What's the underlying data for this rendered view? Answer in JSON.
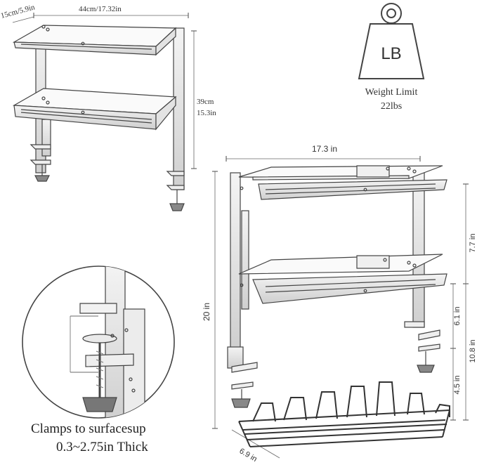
{
  "diagram_top_left": {
    "depth_label": "15cm/5.9in",
    "width_label": "44cm/17.32in",
    "height_label_cm": "39cm",
    "height_label_in": "15.3in"
  },
  "weight": {
    "icon_label": "LB",
    "title": "Weight Limit",
    "value": "22lbs"
  },
  "diagram_main": {
    "width_label": "17.3 in",
    "total_height_label": "20 in",
    "shelf_gap_label": "7.7 in",
    "clamp_span_label": "6.1 in",
    "lower_height_label": "10.8 in",
    "tray_height_label": "4.5 in",
    "depth_label": "6.9 in"
  },
  "clamp_detail": {
    "caption_line1": "Clamps to surfacesup",
    "caption_line2": "0.3~2.75in Thick"
  }
}
